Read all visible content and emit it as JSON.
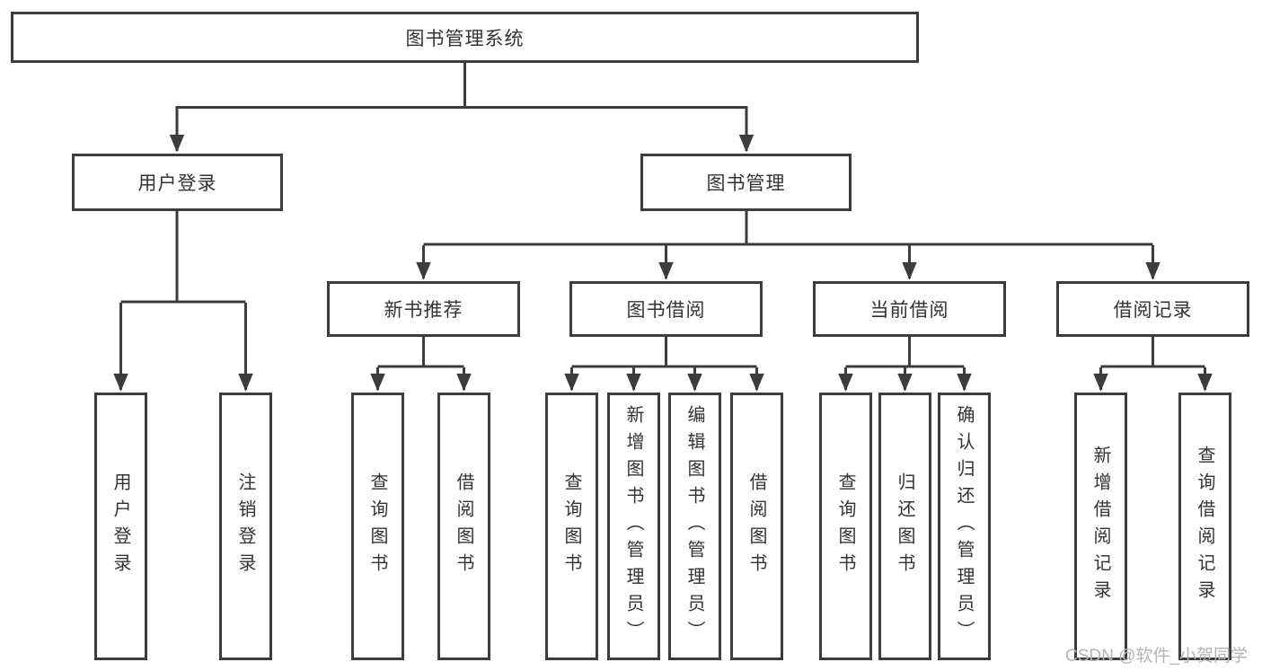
{
  "colors": {
    "line": "#3c3c3c",
    "text": "#333333",
    "watermark": "#b4b4b4",
    "background": "#ffffff"
  },
  "tree": {
    "root": "图书管理系统",
    "user_login": {
      "label": "用户登录",
      "children": [
        "用户登录",
        "注销登录"
      ]
    },
    "book_mgmt": {
      "label": "图书管理",
      "sections": [
        {
          "label": "新书推荐",
          "children": [
            "查询图书",
            "借阅图书"
          ]
        },
        {
          "label": "图书借阅",
          "children": [
            "查询图书",
            "新增图书（管理员）",
            "编辑图书（管理员）",
            "借阅图书"
          ]
        },
        {
          "label": "当前借阅",
          "children": [
            "查询图书",
            "归还图书",
            "确认归还（管理员）"
          ]
        },
        {
          "label": "借阅记录",
          "children": [
            "新增借阅记录",
            "查询借阅记录"
          ]
        }
      ]
    }
  },
  "watermark": "CSDN @软件_小贺同学"
}
